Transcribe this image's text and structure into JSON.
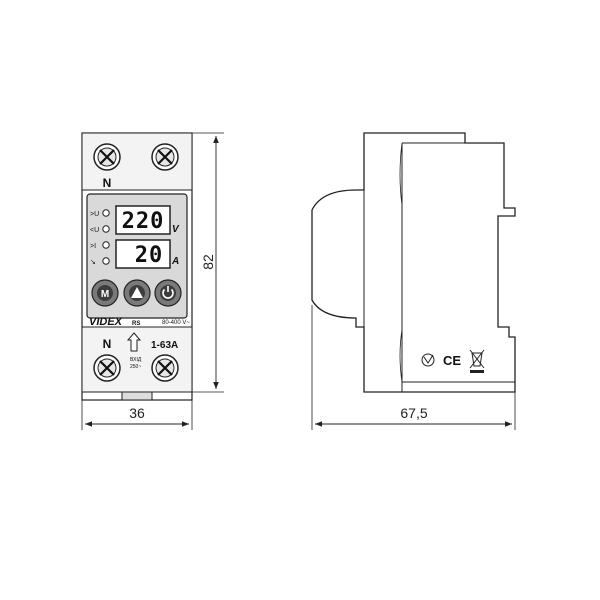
{
  "front_view": {
    "terminal_top_label": "N",
    "terminal_bottom_label": "N",
    "led_labels": [
      ">U",
      "<U",
      ">I",
      "↘"
    ],
    "voltage_display": "220",
    "voltage_unit": "V",
    "current_display": "20",
    "current_unit": "A",
    "button_m_label": "M",
    "button_up_icon": "up-triangle-icon",
    "button_power_icon": "power-icon",
    "brand_main": "VIDEX",
    "brand_suffix": "RS",
    "voltage_range": "80-400 V~",
    "current_range": "1-63A",
    "input_label_line1": "ВХІД",
    "input_label_line2": "250~"
  },
  "dimensions": {
    "front_height": "82",
    "front_width": "36",
    "side_depth": "67,5"
  },
  "side_view": {
    "marks": [
      "rohs-icon",
      "CE",
      "weee-bin-icon"
    ],
    "ce_text": "CE"
  }
}
